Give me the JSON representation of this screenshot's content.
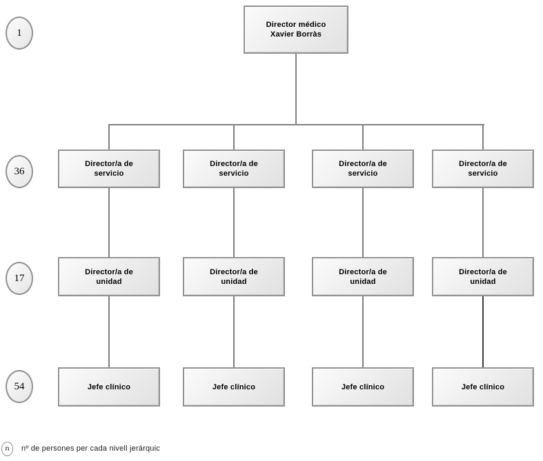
{
  "org_chart": {
    "root": {
      "count": "1",
      "label": "Director médico\nXavier Borràs"
    },
    "levels": [
      {
        "count": "36",
        "label": "Director/a de\nservicio",
        "positions": 4
      },
      {
        "count": "17",
        "label": "Director/a de\nunidad",
        "positions": 4
      },
      {
        "count": "54",
        "label": "Jefe clínico",
        "positions": 4
      }
    ],
    "legend": {
      "symbol": "n",
      "text": "nº de persones per cada nivell jerárquic"
    }
  },
  "colors": {
    "box_border": "#919191",
    "box_fill_light": "#fbfbfb",
    "box_fill_dark": "#e1e1e1",
    "connector": "#7f7f7f",
    "connector_dark": "#3a3a3a",
    "text": "#000000",
    "background": "#ffffff"
  }
}
